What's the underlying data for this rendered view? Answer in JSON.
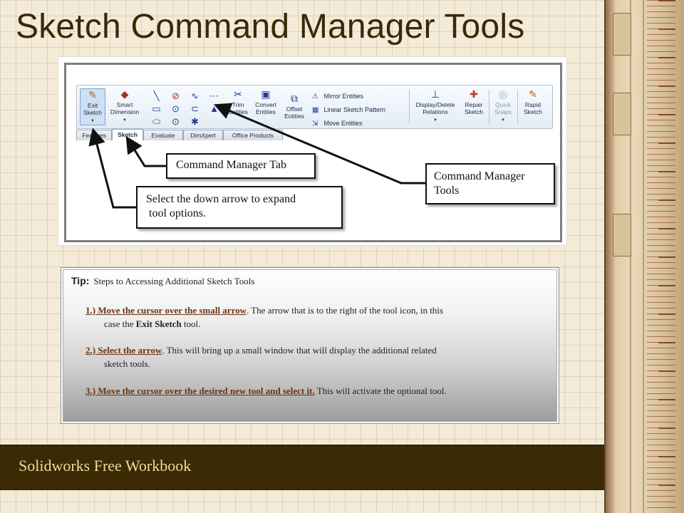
{
  "slide": {
    "title": "Sketch Command Manager Tools"
  },
  "ribbon": {
    "buttons": [
      {
        "name": "exit-sketch-button",
        "label1": "Exit",
        "label2": "Sketch",
        "icon": "exit-sketch-icon",
        "glyph": "✎",
        "selected": true
      },
      {
        "name": "smart-dimension-button",
        "label1": "Smart",
        "label2": "Dimension",
        "icon": "smart-dimension-icon",
        "glyph": "◆"
      },
      {
        "name": "trim-entities-button",
        "label1": "Trim",
        "label2": "Entities",
        "icon": "trim-icon",
        "glyph": "✂"
      },
      {
        "name": "convert-entities-button",
        "label1": "Convert",
        "label2": "Entities",
        "icon": "convert-icon",
        "glyph": "▣"
      },
      {
        "name": "offset-entities-button",
        "label1": "Offset",
        "label2": "Entities",
        "icon": "offset-icon",
        "glyph": "⧉"
      },
      {
        "name": "display-delete-relations-button",
        "label1": "Display/Delete",
        "label2": "Relations",
        "icon": "relations-icon",
        "glyph": "⊥"
      },
      {
        "name": "repair-sketch-button",
        "label1": "Repair",
        "label2": "Sketch",
        "icon": "repair-icon",
        "glyph": "✚"
      },
      {
        "name": "quick-snaps-button",
        "label1": "Quick",
        "label2": "Snaps",
        "icon": "snaps-icon",
        "glyph": "◎"
      },
      {
        "name": "rapid-sketch-button",
        "label1": "Rapid",
        "label2": "Sketch",
        "icon": "rapid-sketch-icon",
        "glyph": "✎"
      }
    ],
    "list": [
      {
        "label": "Mirror Entities",
        "icon": "mirror-icon",
        "glyph": "⚠"
      },
      {
        "label": "Linear Sketch Pattern",
        "icon": "pattern-icon",
        "glyph": "▦"
      },
      {
        "label": "Move Entities",
        "icon": "move-icon",
        "glyph": "⇲"
      }
    ],
    "tools_grid": [
      "╲",
      "⊘",
      "∿",
      "⋯",
      "▭",
      "⊙",
      "⊂",
      "▲",
      "⬭",
      "⊙",
      "✱",
      ""
    ]
  },
  "tabs": [
    "Features",
    "Sketch",
    "Evaluate",
    "DimXpert",
    "Office Products"
  ],
  "callouts": {
    "tab": "Command Manager Tab",
    "tools_line1": "Command Manager",
    "tools_line2": "Tools",
    "arrow_line1": "Select the down arrow to expand",
    "arrow_line2": "tool options."
  },
  "tip": {
    "label": "Tip:",
    "heading": "Steps to Accessing Additional Sketch Tools",
    "step1_link": "1.)  Move the cursor over the small arrow",
    "step1_text_a": ".  The arrow that is to the right of the tool icon, in this",
    "step1_text_b_pre": "case the ",
    "step1_text_b_bold": "Exit Sketch",
    "step1_text_b_post": " tool.",
    "step2_link": "2.)  Select the arrow",
    "step2_text_a": ". This will bring up a small window that will display the additional related",
    "step2_text_b": "sketch tools.",
    "step3_link": "3.) Move the cursor over the desired new tool and select it.",
    "step3_text": "  This will activate the optional tool."
  },
  "footer": {
    "text": "Solidworks Free Workbook"
  }
}
